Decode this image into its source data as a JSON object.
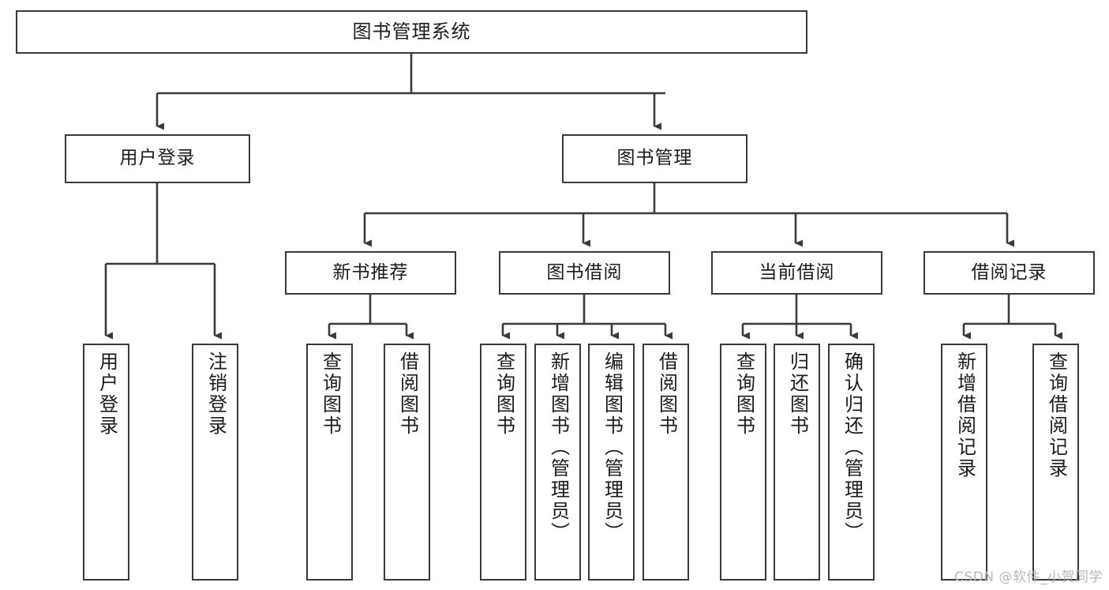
{
  "diagram": {
    "title": "图书管理系统",
    "watermark": "CSDN @软件_小贺同学",
    "colors": {
      "stroke": "#3a3a3a",
      "text": "#1b1b1b",
      "background": "#ffffff",
      "watermark": "#b8b8b8"
    },
    "root": {
      "label": "图书管理系统"
    },
    "level2": [
      {
        "label": "用户登录"
      },
      {
        "label": "图书管理"
      }
    ],
    "level3": [
      {
        "label": "新书推荐"
      },
      {
        "label": "图书借阅"
      },
      {
        "label": "当前借阅"
      },
      {
        "label": "借阅记录"
      }
    ],
    "leaves": {
      "user_login": [
        {
          "label": "用户登录"
        },
        {
          "label": "注销登录"
        }
      ],
      "new_book": [
        {
          "label": "查询图书"
        },
        {
          "label": "借阅图书"
        }
      ],
      "book_borrow": [
        {
          "label": "查询图书"
        },
        {
          "label": "新增图书（管理员）"
        },
        {
          "label": "编辑图书（管理员）"
        },
        {
          "label": "借阅图书"
        }
      ],
      "current_borrow": [
        {
          "label": "查询图书"
        },
        {
          "label": "归还图书"
        },
        {
          "label": "确认归还（管理员）"
        }
      ],
      "borrow_record": [
        {
          "label": "新增借阅记录"
        },
        {
          "label": "查询借阅记录"
        }
      ]
    }
  }
}
